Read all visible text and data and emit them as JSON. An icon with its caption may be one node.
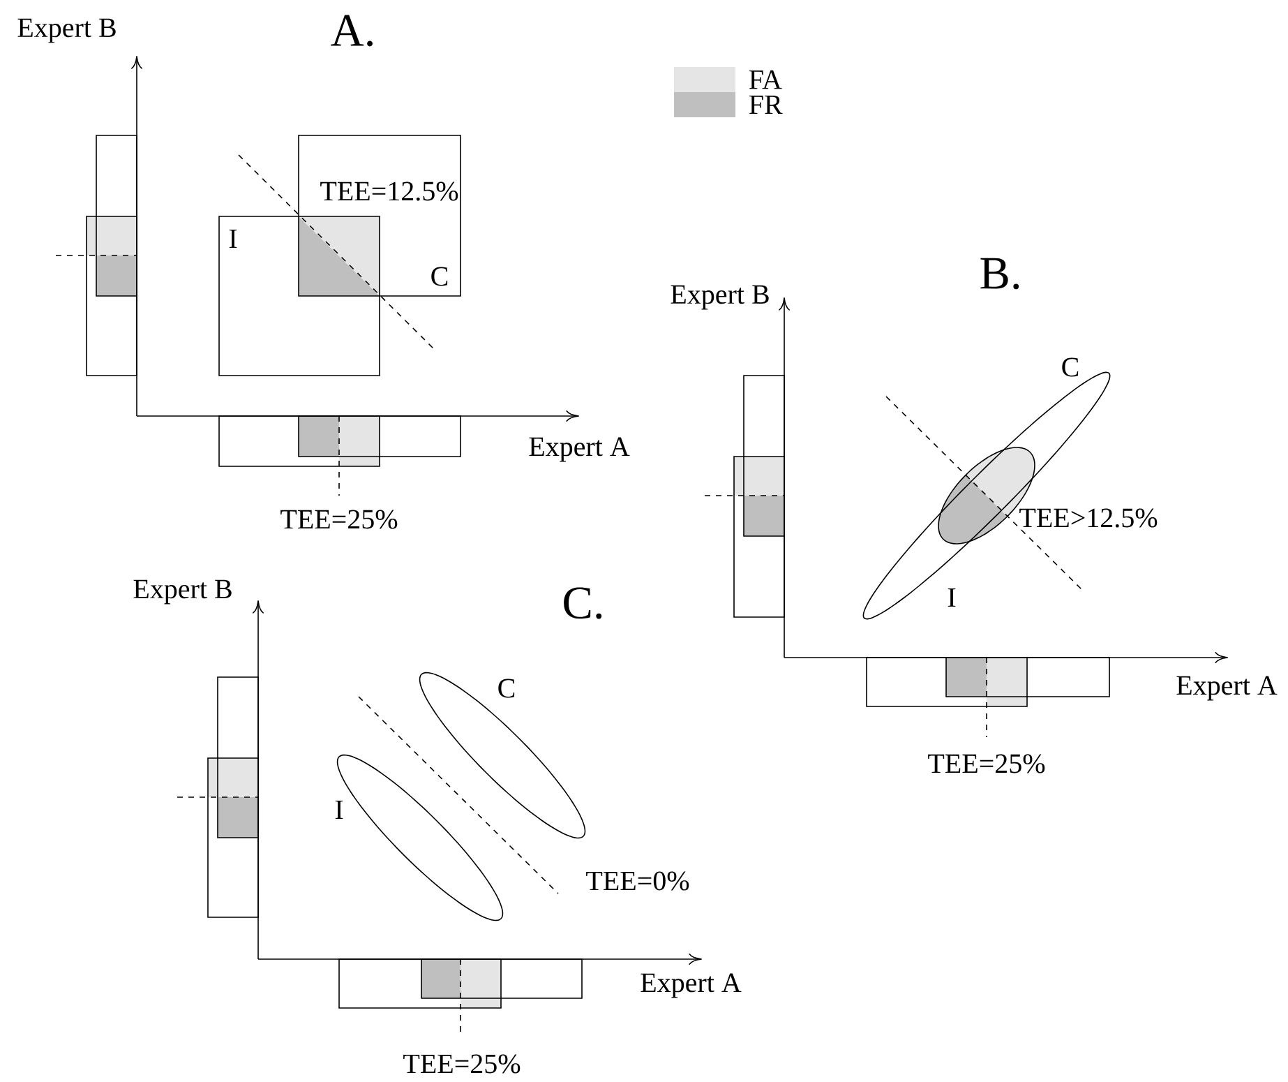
{
  "diagram": {
    "labels": [
      "A.",
      "Expert B",
      "TEE=12.5%",
      "I",
      "C",
      "Expert A",
      "TEE=25%",
      "B.",
      "Expert B",
      "C",
      "TEE>12.5%",
      "I",
      "Expert A",
      "TEE=25%",
      "Expert B",
      "C.",
      "C",
      "I",
      "TEE=0%",
      "Expert A",
      "TEE=25%"
    ],
    "legend": [
      {
        "text": "FA",
        "color": "#e5e5e5"
      },
      {
        "text": "FR",
        "color": "#bfbfbf"
      }
    ]
  }
}
